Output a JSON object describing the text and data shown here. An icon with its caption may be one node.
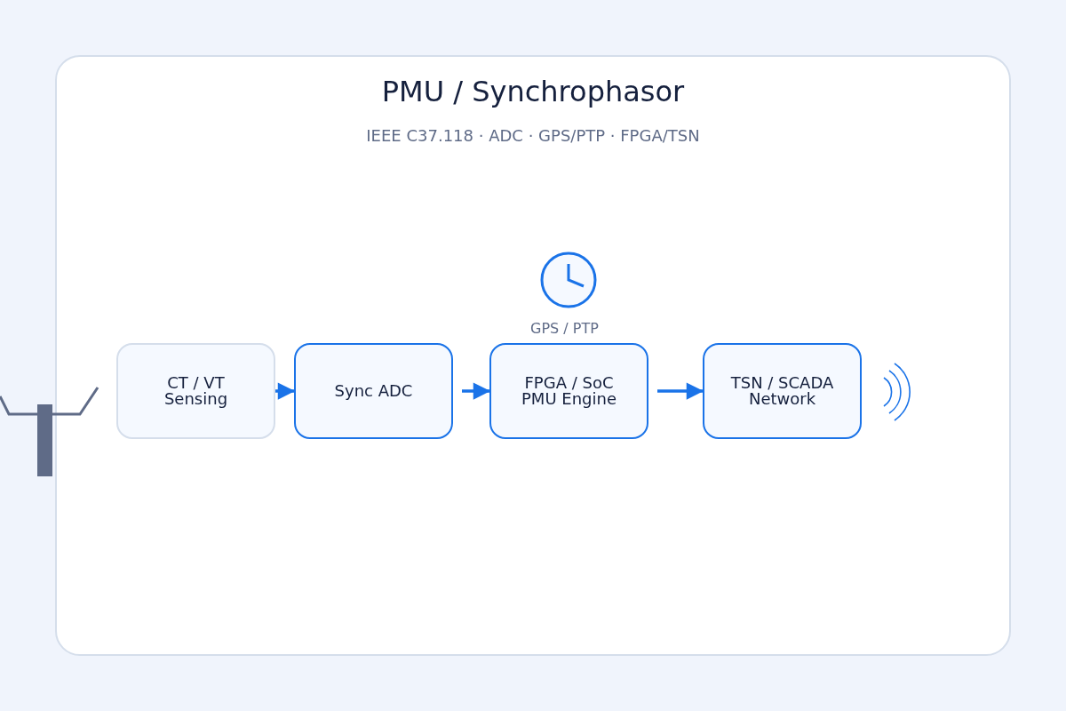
{
  "diagram": {
    "title": "PMU / Synchrophasor",
    "caption": "IEEE C37.118 · ADC · GPS/PTP · FPGA/TSN",
    "nodes": [
      {
        "text": [
          "CT / VT Sensing"
        ]
      },
      {
        "text": [
          "Sync ADC"
        ]
      },
      {
        "text": [
          "FPGA / SoC PMU Engine"
        ]
      },
      {
        "text": [
          "TSN / SCADA Network"
        ]
      }
    ],
    "edges": [
      {
        "from": 0,
        "to": 1,
        "arrow": "to"
      },
      {
        "from": 1,
        "to": 2,
        "arrow": "to"
      },
      {
        "from": 2,
        "to": 3,
        "arrow": "to"
      }
    ],
    "labels": [
      "GPS / PTP"
    ]
  }
}
